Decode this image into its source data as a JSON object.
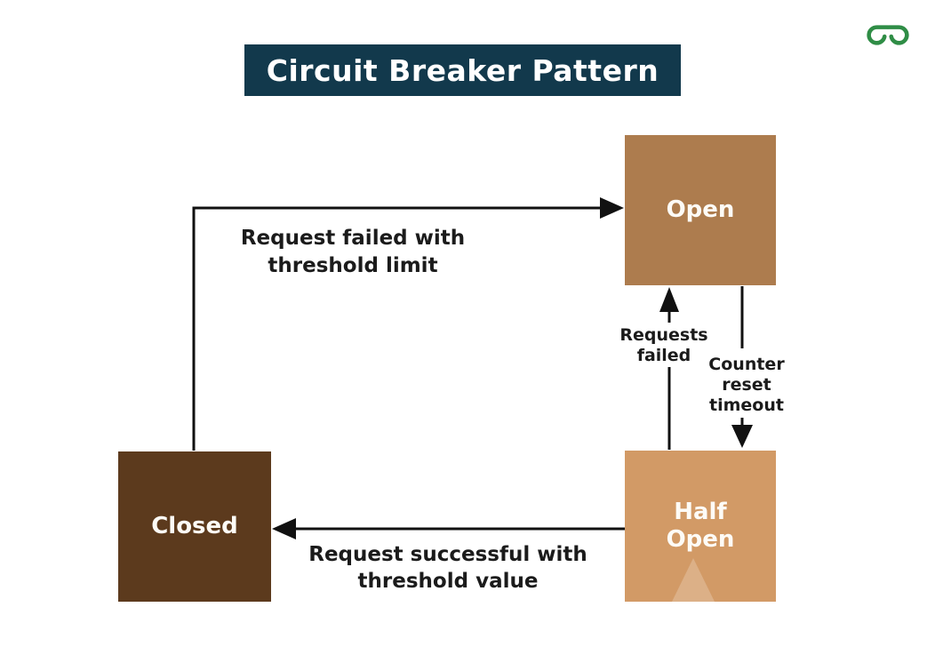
{
  "title": {
    "text": "Circuit Breaker Pattern"
  },
  "logo": {
    "name": "GeeksforGeeks",
    "color": "#2f8d46"
  },
  "colors": {
    "title_bg": "#12394c",
    "open_box": "#ad7c4e",
    "closed_box": "#5c3a1d",
    "half_open_box": "#d29a66",
    "arrow": "#111111",
    "label_text": "#1b1b1b"
  },
  "states": {
    "open": {
      "label": "Open"
    },
    "closed": {
      "label": "Closed"
    },
    "half_open": {
      "label": "Half\nOpen"
    }
  },
  "transitions": {
    "closed_to_open": {
      "label": "Request failed with\nthreshold limit",
      "from": "Closed",
      "to": "Open"
    },
    "half_open_to_open": {
      "label": "Requests\nfailed",
      "from": "Half Open",
      "to": "Open"
    },
    "open_to_half_open": {
      "label": "Counter\nreset\ntimeout",
      "from": "Open",
      "to": "Half Open"
    },
    "half_open_to_closed": {
      "label": "Request successful with\nthreshold value",
      "from": "Half Open",
      "to": "Closed"
    }
  }
}
